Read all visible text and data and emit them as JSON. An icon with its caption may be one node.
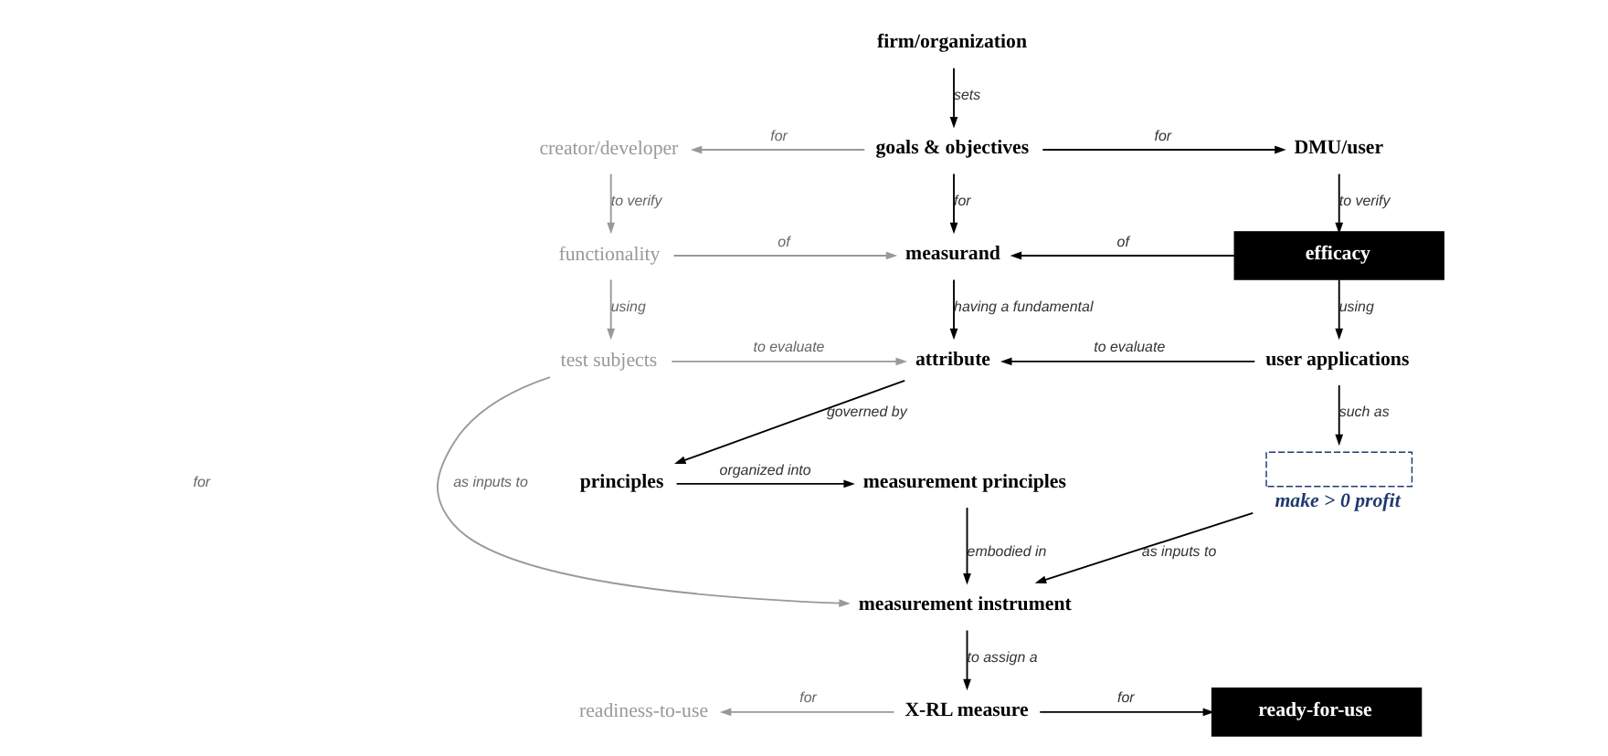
{
  "diagram": {
    "nodes": [
      {
        "text": [
          "firm/organization"
        ]
      },
      {
        "text": [
          "goals & objectives"
        ]
      },
      {
        "text": [
          "creator/developer"
        ]
      },
      {
        "text": [
          "DMU/user"
        ]
      },
      {
        "text": [
          "functionality"
        ]
      },
      {
        "text": [
          "measurand"
        ]
      },
      {
        "text": [
          "efficacy"
        ]
      },
      {
        "text": [
          "test subjects"
        ]
      },
      {
        "text": [
          "attribute"
        ]
      },
      {
        "text": [
          "user applications"
        ]
      },
      {
        "text": [
          "principles"
        ]
      },
      {
        "text": [
          "measurement principles"
        ]
      },
      {
        "text": [],
        "shape": "box",
        "beside": [
          "make > 0 profit"
        ]
      },
      {
        "text": [
          "measurement instrument"
        ]
      },
      {
        "text": [
          "readiness-to-use"
        ]
      },
      {
        "text": [
          "X-RL measure"
        ]
      },
      {
        "text": [
          "ready-for-use"
        ]
      }
    ],
    "edges": [
      {
        "from": 0,
        "to": 1,
        "arrow": "to",
        "label": "sets"
      },
      {
        "from": 1,
        "to": 2,
        "arrow": "to",
        "label": "for",
        "color": "#999999"
      },
      {
        "from": 1,
        "to": 3,
        "arrow": "to",
        "label": "for"
      },
      {
        "from": 1,
        "to": 5,
        "arrow": "to",
        "label": "for"
      },
      {
        "from": 2,
        "to": 4,
        "arrow": "to",
        "label": "to verify",
        "color": "#999999"
      },
      {
        "from": 3,
        "to": 6,
        "arrow": "to",
        "label": "to verify"
      },
      {
        "from": 4,
        "to": 5,
        "arrow": "to",
        "label": "of",
        "color": "#999999"
      },
      {
        "from": 6,
        "to": 5,
        "arrow": "to",
        "label": "of"
      },
      {
        "from": 4,
        "to": 7,
        "arrow": "to",
        "label": "using",
        "color": "#999999"
      },
      {
        "from": 5,
        "to": 8,
        "arrow": "to",
        "label": "having a fundamental"
      },
      {
        "from": 6,
        "to": 9,
        "arrow": "to",
        "label": "using"
      },
      {
        "from": 7,
        "to": 8,
        "arrow": "to",
        "label": "to evaluate",
        "color": "#999999"
      },
      {
        "from": 9,
        "to": 8,
        "arrow": "to",
        "label": "to evaluate"
      },
      {
        "from": 8,
        "to": 10,
        "arrow": "to",
        "label": "governed by"
      },
      {
        "from": 9,
        "to": 12,
        "arrow": "to",
        "label": "such as"
      },
      {
        "from": 10,
        "to": 11,
        "arrow": "to",
        "label": "organized into"
      },
      {
        "from": 11,
        "to": 13,
        "arrow": "to",
        "label": "embodied in"
      },
      {
        "from": 7,
        "to": 13,
        "arrow": "to",
        "label": "as inputs to",
        "color": "#999999"
      },
      {
        "from": 12,
        "to": 13,
        "arrow": "to",
        "label": "as inputs to"
      },
      {
        "from": 13,
        "to": 15,
        "arrow": "to",
        "label": "to assign a"
      },
      {
        "from": 15,
        "to": 14,
        "arrow": "to",
        "label": "for",
        "color": "#999999"
      },
      {
        "from": 15,
        "to": 16,
        "arrow": "to",
        "label": "for"
      }
    ],
    "labels": [
      "for"
    ]
  }
}
